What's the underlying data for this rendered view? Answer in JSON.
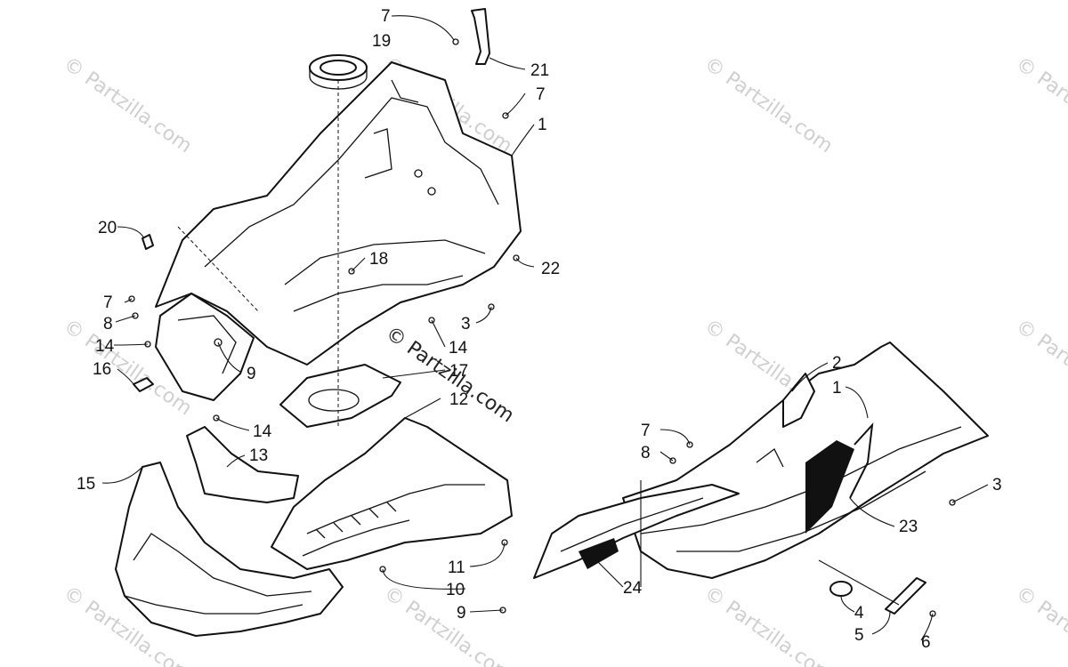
{
  "watermark": {
    "text": "© Partzilla.com",
    "center_text": "© Partzilla.com"
  },
  "callouts": {
    "c7a": "7",
    "c19": "19",
    "c21": "21",
    "c7b": "7",
    "c1a": "1",
    "c20": "20",
    "c18": "18",
    "c22": "22",
    "c7c": "7",
    "c8a": "8",
    "c3a": "3",
    "c14a": "14",
    "c16": "16",
    "c9a": "9",
    "c17": "17",
    "c12": "12",
    "c14b": "14",
    "c13": "13",
    "c15": "15",
    "c11": "11",
    "c10": "10",
    "c9b": "9",
    "c24": "24",
    "c7d": "7",
    "c8b": "8",
    "c2": "2",
    "c1b": "1",
    "c3b": "3",
    "c23": "23",
    "c4": "4",
    "c5": "5",
    "c6": "6",
    "c14c": "14"
  }
}
